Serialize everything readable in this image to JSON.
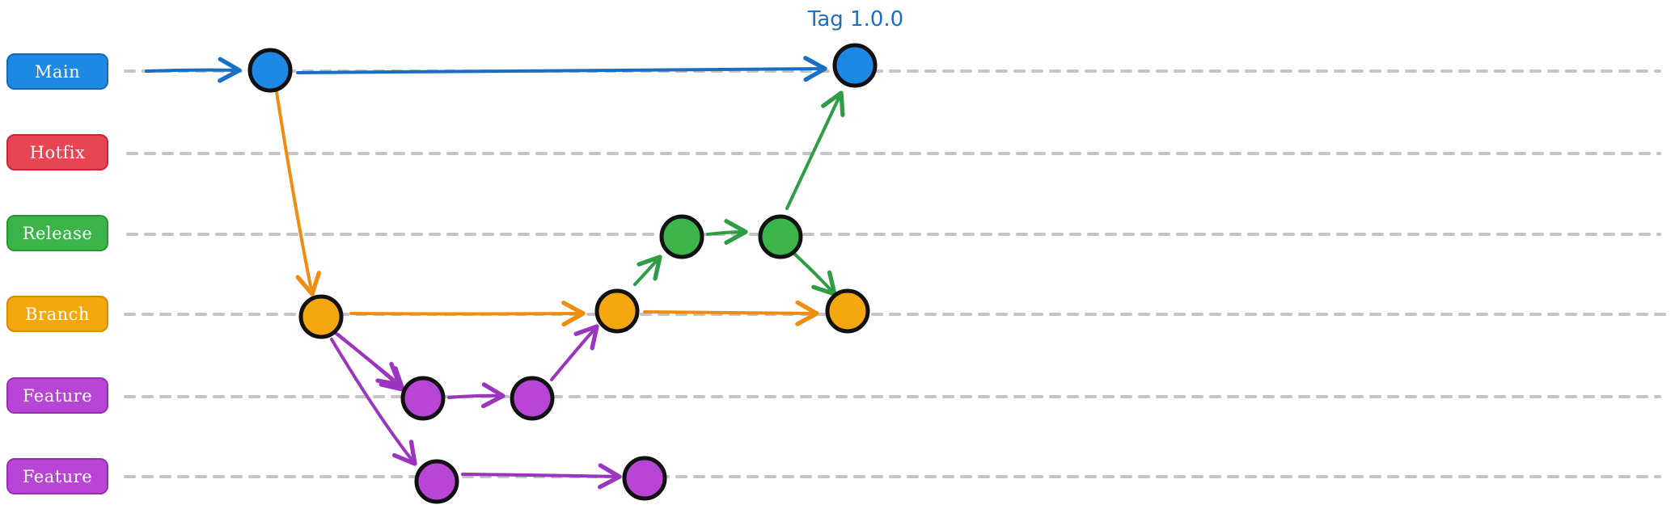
{
  "lanes": [
    {
      "id": "main",
      "label": "Main",
      "color": "#1e88e5"
    },
    {
      "id": "hotfix",
      "label": "Hotfix",
      "color": "#e64552"
    },
    {
      "id": "release",
      "label": "Release",
      "color": "#3bb54a"
    },
    {
      "id": "branch",
      "label": "Branch",
      "color": "#f5a70f"
    },
    {
      "id": "feature-1",
      "label": "Feature",
      "color": "#b845d6"
    },
    {
      "id": "feature-2",
      "label": "Feature",
      "color": "#b845d6"
    }
  ],
  "tag": {
    "label": "Tag 1.0.0"
  },
  "colors": {
    "main": "#1e88e5",
    "main_arrow": "#1a6fc4",
    "branch": "#f5a70f",
    "branch_arrow": "#ee8d10",
    "release": "#3bb54a",
    "release_arrow": "#2f9d45",
    "feature": "#b845d6",
    "feature_arrow": "#9b35c0",
    "outline": "#111111",
    "dash_line": "#c4c4c4"
  }
}
